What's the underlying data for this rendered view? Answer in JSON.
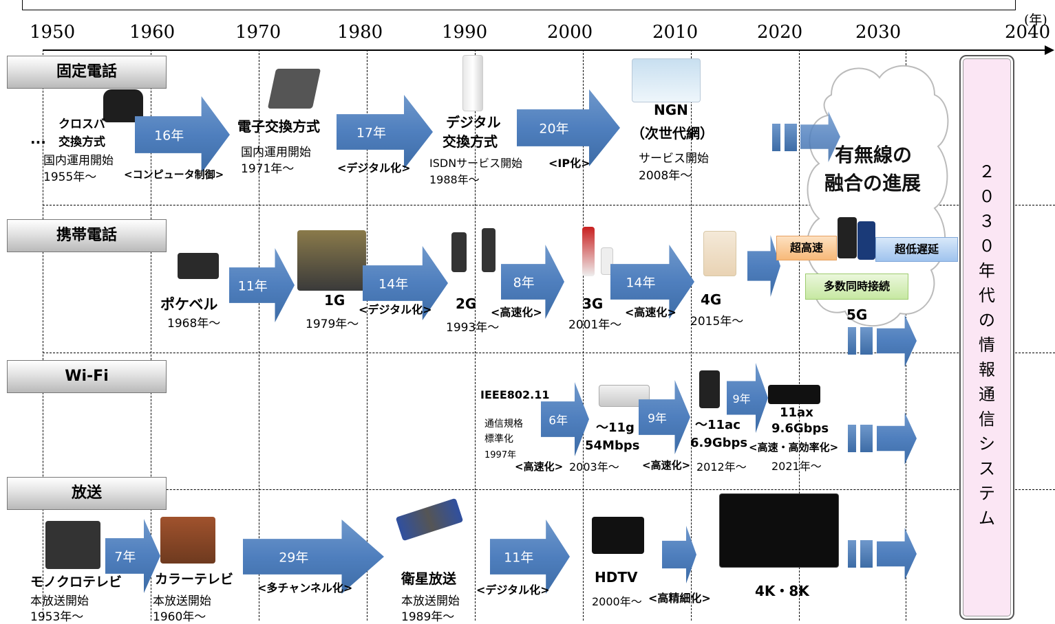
{
  "header": {
    "unit": "(年)",
    "years": [
      "1950",
      "1960",
      "1970",
      "1980",
      "1990",
      "2000",
      "2010",
      "2020",
      "2030",
      "2040"
    ]
  },
  "categories": {
    "fixed": "固定電話",
    "mobile": "携帯電話",
    "wifi": "Wi-Fi",
    "broadcast": "放送"
  },
  "fixed": {
    "ellipsis": "...",
    "crossbar": {
      "name1": "クロスバ",
      "name2": "交換方式",
      "note": "国内運用開始",
      "date": "1955年～"
    },
    "arrow1": "16年",
    "tag1": "<コンピュータ制御>",
    "electronic": {
      "name": "電子交換方式",
      "note": "国内運用開始",
      "date": "1971年～"
    },
    "arrow2": "17年",
    "tag2": "<デジタル化>",
    "digital": {
      "name1": "デジタル",
      "name2": "交換方式",
      "note": "ISDNサービス開始",
      "date": "1988年～"
    },
    "arrow3": "20年",
    "tag3": "<IP化>",
    "ngn": {
      "name1": "NGN",
      "name2": "（次世代網）",
      "note": "サービス開始",
      "date": "2008年～"
    },
    "fusion1": "有無線の",
    "fusion2": "融合の進展"
  },
  "mobile": {
    "pager": {
      "name": "ポケベル",
      "date": "1968年～"
    },
    "arrow1": "11年",
    "g1": {
      "name": "1G",
      "date": "1979年～"
    },
    "arrow2": "14年",
    "tag2": "<デジタル化>",
    "g2": {
      "name": "2G",
      "date": "1993年～"
    },
    "arrow3": "8年",
    "tag3": "<高速化>",
    "g3": {
      "name": "3G",
      "date": "2001年～"
    },
    "arrow4": "14年",
    "tag4": "<高速化>",
    "g4": {
      "name": "4G",
      "date": "2015年～"
    },
    "g5": {
      "name": "5G",
      "feat1": "超高速",
      "feat2": "超低遅延",
      "feat3": "多数同時接続"
    }
  },
  "wifi": {
    "ieee": {
      "name": "IEEE802.11",
      "note1": "通信規格",
      "note2": "標準化",
      "date": "1997年"
    },
    "arrow1": "6年",
    "tag1": "<高速化>",
    "g11": {
      "name": "～11g",
      "speed": "54Mbps",
      "date": "2003年～"
    },
    "arrow2": "9年",
    "tag2": "<高速化>",
    "ac": {
      "name": "～11ac",
      "speed": "6.9Gbps",
      "date": "2012年～"
    },
    "arrow3": "9年",
    "tag3": "<高速・高効率化>",
    "ax": {
      "name": "11ax",
      "speed": "9.6Gbps",
      "date": "2021年～"
    }
  },
  "broadcast": {
    "mono": {
      "name": "モノクロテレビ",
      "note": "本放送開始",
      "date": "1953年～"
    },
    "arrow1": "7年",
    "color": {
      "name": "カラーテレビ",
      "note": "本放送開始",
      "date": "1960年～"
    },
    "arrow2": "29年",
    "tag2": "<多チャンネル化>",
    "sat": {
      "name": "衛星放送",
      "note": "本放送開始",
      "date": "1989年～"
    },
    "arrow3": "11年",
    "tag3": "<デジタル化>",
    "hdtv": {
      "name": "HDTV",
      "date": "2000年～",
      "tag": "<高精細化>"
    },
    "k4": {
      "name": "4K・8K"
    }
  },
  "final": [
    "２",
    "０",
    "３",
    "０",
    "年",
    "代",
    "の",
    "情",
    "報",
    "通",
    "信",
    "シ",
    "ス",
    "テ",
    "ム"
  ],
  "colors": {
    "arrow": "#4f7fbe",
    "final_bg": "#fbe6f4",
    "feat_orange": "#fbd3a8",
    "feat_blue": "#bcd6f4",
    "feat_green": "#d9f0c0"
  }
}
